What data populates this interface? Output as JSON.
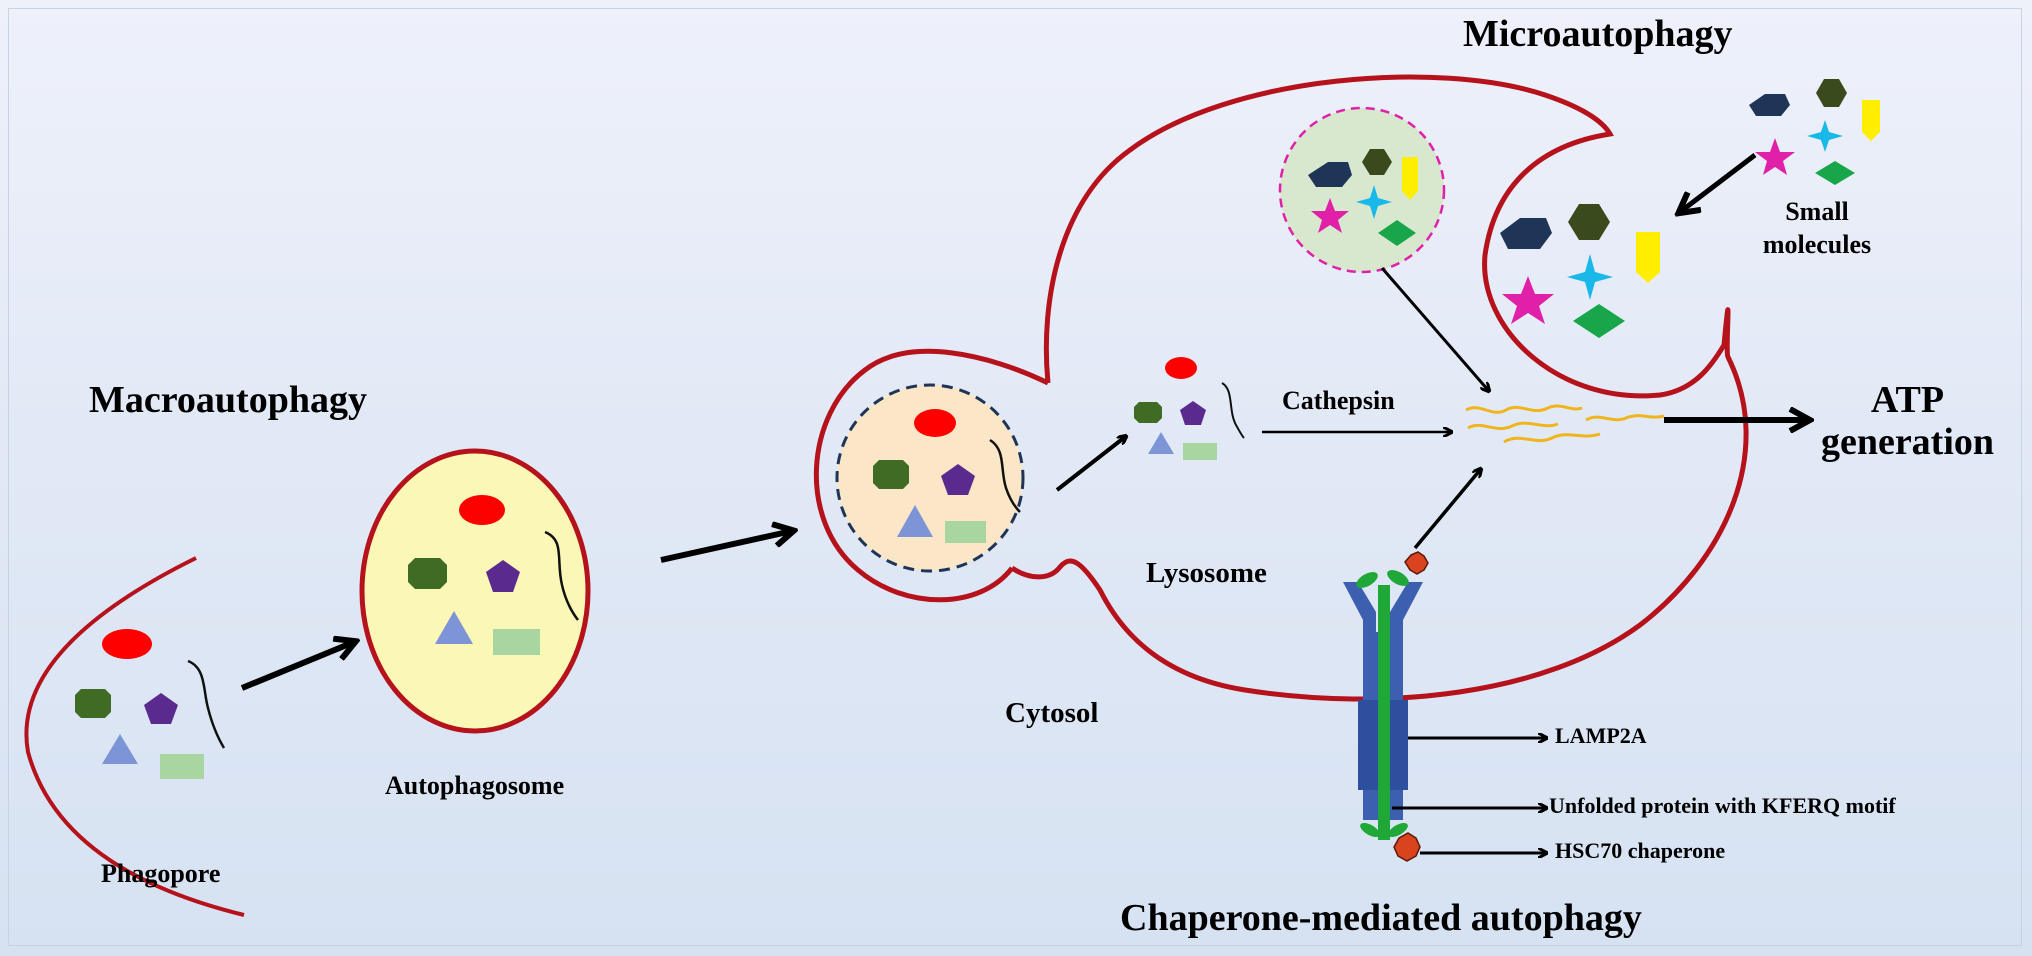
{
  "labels": {
    "microautophagy": "Microautophagy",
    "macroautophagy": "Macroautophagy",
    "phagopore": "Phagopore",
    "autophagosome": "Autophagosome",
    "lysosome": "Lysosome",
    "cytosol": "Cytosol",
    "cathepsin": "Cathepsin",
    "atp_generation_line1": "ATP",
    "atp_generation_line2": "generation",
    "small_molecules_line1": "Small",
    "small_molecules_line2": "molecules",
    "lamp2a": "LAMP2A",
    "unfolded_protein": "Unfolded protein with KFERQ motif",
    "hsc70": "HSC70 chaperone",
    "cma": "Chaperone-mediated autophagy"
  },
  "colors": {
    "membrane": "#b5121b",
    "vesicle_fill": "#fbf7b6",
    "lysosome_fill": "#fbe6c7",
    "micro_vesicle_fill": "#d7e8cf",
    "dark_green": "#3f6b25",
    "purple": "#5b2a8f",
    "red": "#ff0000",
    "blue_triangle": "#7d95d6",
    "light_green": "#a9d6a0",
    "navy": "#1f3558",
    "olive": "#3a4a1c",
    "magenta": "#e020a8",
    "cyan": "#18b8e8",
    "yellow": "#ffee00",
    "green_diamond": "#19a64a",
    "peptide": "#f0b41c",
    "lamp2a_blue": "#3c5fb0",
    "protein_green": "#1fa838",
    "hsc70_orange": "#d9431e"
  }
}
